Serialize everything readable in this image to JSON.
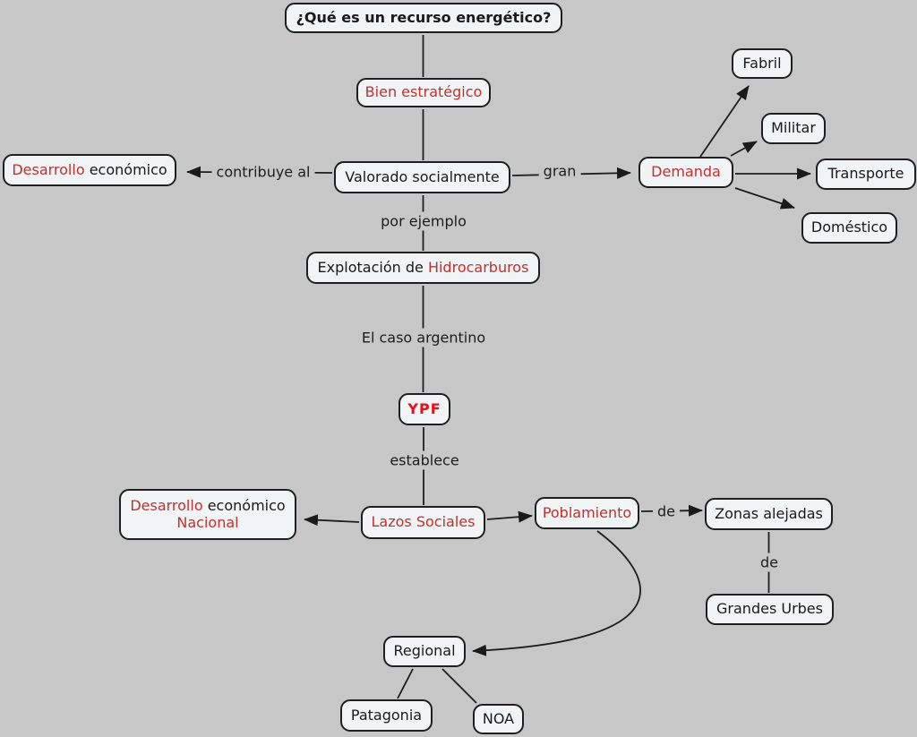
{
  "page": {
    "background_color": "#c7c7c7",
    "box_fill_color": "#f1f4f4",
    "box_border_color": "#1f1f1f",
    "text_color_dark": "#1a1a1a",
    "text_color_red": "#c22f2f",
    "ypf_red_color": "#e60f1e"
  },
  "nodes": {
    "title": {
      "text": "¿Qué es un recurso energético?"
    },
    "bien_estrategico": {
      "text": "Bien estratégico"
    },
    "valorado": {
      "text": "Valorado socialmente"
    },
    "desarrollo": {
      "text_red": "Desarrollo",
      "text_dark": "económico"
    },
    "demanda": {
      "text": "Demanda"
    },
    "fabril": {
      "text": "Fabril"
    },
    "militar": {
      "text": "Militar"
    },
    "transporte": {
      "text": "Transporte"
    },
    "domestico": {
      "text": "Doméstico"
    },
    "explotacion": {
      "text_dark": "Explotación de",
      "text_red": "Hidrocarburos"
    },
    "ypf": {
      "text": "YPF"
    },
    "lazos_sociales": {
      "text": "Lazos Sociales"
    },
    "desarrollo_nacional": {
      "line1_red": "Desarrollo",
      "line1_dark": "económico",
      "line2_red": "Nacional"
    },
    "poblamiento": {
      "text": "Poblamiento"
    },
    "zonas_alejadas": {
      "text": "Zonas alejadas"
    },
    "grandes_urbes": {
      "text": "Grandes Urbes"
    },
    "regional": {
      "text": "Regional"
    },
    "patagonia": {
      "text": "Patagonia"
    },
    "noa": {
      "text": "NOA"
    }
  },
  "edge_labels": {
    "contribuye_al": "contribuye al",
    "gran": "gran",
    "por_ejemplo": "por ejemplo",
    "el_caso_argentino": "El caso argentino",
    "establece": "establece",
    "de_zonas": "de",
    "de_grandes": "de"
  }
}
